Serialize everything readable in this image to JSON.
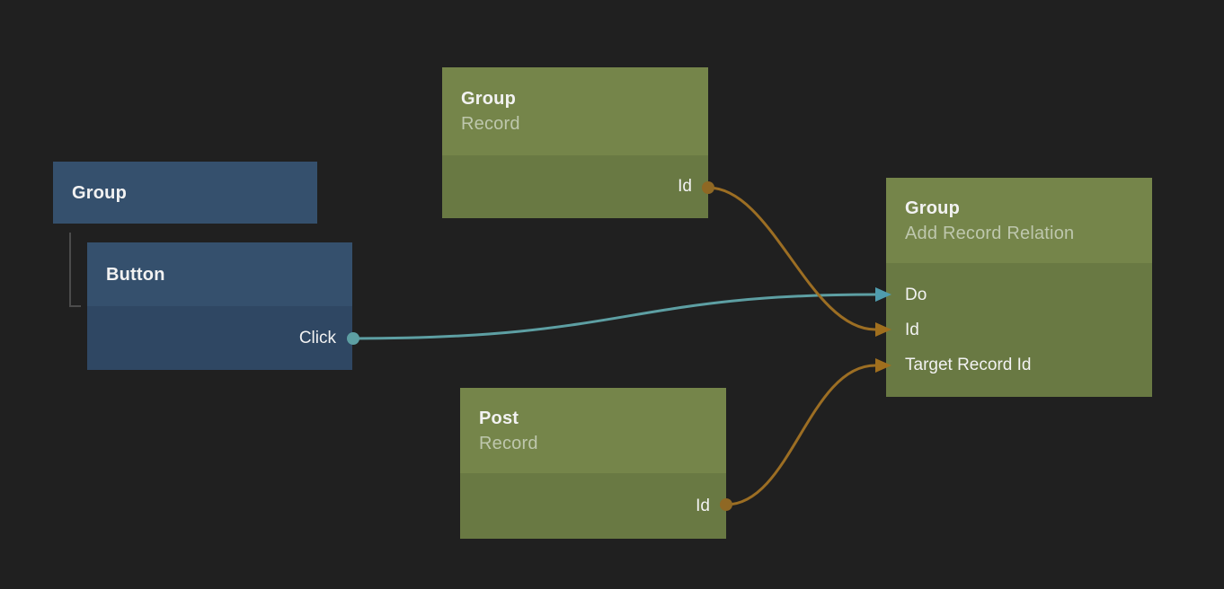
{
  "canvas": {
    "background": "#202020"
  },
  "colors": {
    "blue_header": "#35506d",
    "blue_body": "#2f4763",
    "green_header": "#75854a",
    "green_body": "#697943",
    "title_text": "#f2f2f2",
    "subtitle_text": "#bec7ad",
    "port_text": "#f2f2f2",
    "teal_wire": "#5d9fa3",
    "teal_arrow": "#4f9cae",
    "orange_wire": "#9c6e23",
    "orange_dot": "#8f6824",
    "orange_arrow": "#a06f1e",
    "hierarchy_line": "#4b4b4b"
  },
  "nodes": {
    "group_element": {
      "title": "Group"
    },
    "button_element": {
      "title": "Button",
      "outputs": [
        {
          "label": "Click"
        }
      ]
    },
    "group_record": {
      "title": "Group",
      "subtitle": "Record",
      "outputs": [
        {
          "label": "Id"
        }
      ]
    },
    "post_record": {
      "title": "Post",
      "subtitle": "Record",
      "outputs": [
        {
          "label": "Id"
        }
      ]
    },
    "add_record_relation": {
      "title": "Group",
      "subtitle": "Add Record Relation",
      "inputs": [
        {
          "label": "Do"
        },
        {
          "label": "Id"
        },
        {
          "label": "Target Record Id"
        }
      ]
    }
  },
  "edges": [
    {
      "from": "Button.Click",
      "to": "Group Add Record Relation.Do",
      "color": "teal"
    },
    {
      "from": "Group Record.Id",
      "to": "Group Add Record Relation.Id",
      "color": "orange"
    },
    {
      "from": "Post Record.Id",
      "to": "Group Add Record Relation.Target Record Id",
      "color": "orange"
    }
  ],
  "hierarchy": [
    {
      "parent": "Group",
      "child": "Button"
    }
  ]
}
